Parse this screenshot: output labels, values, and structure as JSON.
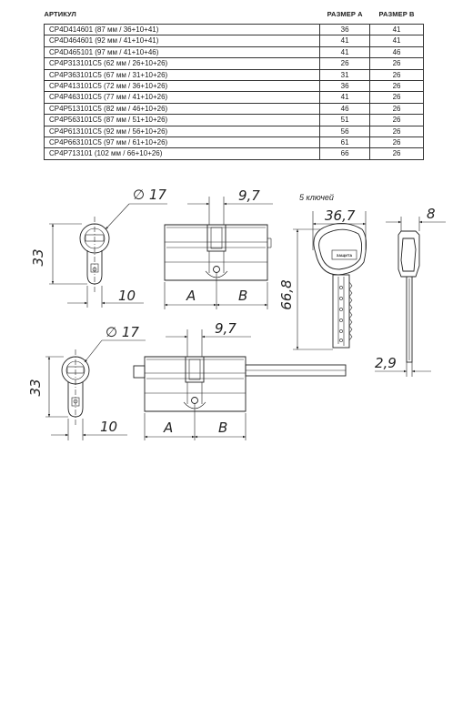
{
  "table": {
    "headers": {
      "article": "АРТИКУЛ",
      "size_a": "РАЗМЕР А",
      "size_b": "РАЗМЕР В"
    },
    "rows": [
      {
        "article": "CP4D414601 (87 мм / 36+10+41)",
        "a": "36",
        "b": "41"
      },
      {
        "article": "CP4D464601 (92 мм / 41+10+41)",
        "a": "41",
        "b": "41"
      },
      {
        "article": "CP4D465101 (97 мм / 41+10+46)",
        "a": "41",
        "b": "46"
      },
      {
        "article": "CP4P313101C5 (62 мм / 26+10+26)",
        "a": "26",
        "b": "26"
      },
      {
        "article": "CP4P363101C5 (67 мм / 31+10+26)",
        "a": "31",
        "b": "26"
      },
      {
        "article": "CP4P413101C5 (72 мм / 36+10+26)",
        "a": "36",
        "b": "26"
      },
      {
        "article": "CP4P463101C5 (77 мм / 41+10+26)",
        "a": "41",
        "b": "26"
      },
      {
        "article": "CP4P513101C5 (82 мм / 46+10+26)",
        "a": "46",
        "b": "26"
      },
      {
        "article": "CP4P563101C5 (87 мм / 51+10+26)",
        "a": "51",
        "b": "26"
      },
      {
        "article": "CP4P613101C5 (92 мм / 56+10+26)",
        "a": "56",
        "b": "26"
      },
      {
        "article": "CP4P663101C5 (97 мм / 61+10+26)",
        "a": "61",
        "b": "26"
      },
      {
        "article": "CP4P713101 (102 мм / 66+10+26)",
        "a": "66",
        "b": "26"
      }
    ]
  },
  "drawing": {
    "top": {
      "height": "33",
      "diameter": "∅ 17",
      "offset": "9,7",
      "cam": "10",
      "label_a": "A",
      "label_b": "B"
    },
    "bottom": {
      "height": "33",
      "diameter": "∅ 17",
      "offset": "9,7",
      "cam": "10",
      "label_a": "A",
      "label_b": "B"
    },
    "key": {
      "keys_note": "5 ключей",
      "width": "36,7",
      "length": "66,8",
      "thickness": "8",
      "blade": "2,9",
      "brand_text": "ЗАЩИТА"
    }
  },
  "colors": {
    "line": "#222222",
    "background": "#ffffff"
  }
}
